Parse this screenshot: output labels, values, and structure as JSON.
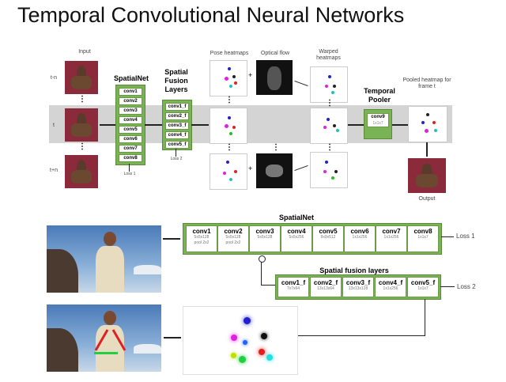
{
  "title": "Temporal  Convolutional Neural Networks",
  "top": {
    "input_label": "Input",
    "frame_labels": [
      "t-n",
      "t",
      "t+n"
    ],
    "spatialnet_label": "SpatialNet",
    "spatialnet_layers": [
      "conv1",
      "conv2",
      "conv3",
      "conv4",
      "conv5",
      "conv6",
      "conv7",
      "conv8"
    ],
    "spatialnet_loss": "Loss 1",
    "fusion_label": "Spatial Fusion Layers",
    "fusion_layers": [
      "conv1_f",
      "conv2_f",
      "conv3_f",
      "conv4_f",
      "conv5_f"
    ],
    "fusion_loss": "Loss 2",
    "pose_label": "Pose heatmaps",
    "flow_label": "Optical flow",
    "warped_label": "Warped heatmaps",
    "pooler_label": "Temporal Pooler",
    "pooler_layer": "conv9",
    "pooler_sub": "1x1x7",
    "pooled_label": "Pooled heatmap for frame t",
    "output_label": "Output",
    "plus": "+",
    "dots": "⋮"
  },
  "bottom": {
    "spatialnet_label": "SpatialNet",
    "spatialnet_cells": [
      {
        "name": "conv1",
        "sub1": "5x5x128",
        "sub2": "pool 2x2"
      },
      {
        "name": "conv2",
        "sub1": "5x5x128",
        "sub2": "pool 2x2"
      },
      {
        "name": "conv3",
        "sub1": "5x5x128",
        "sub2": ""
      },
      {
        "name": "conv4",
        "sub1": "5x5x256",
        "sub2": ""
      },
      {
        "name": "conv5",
        "sub1": "9x9x512",
        "sub2": ""
      },
      {
        "name": "conv6",
        "sub1": "1x1x256",
        "sub2": ""
      },
      {
        "name": "conv7",
        "sub1": "1x1x256",
        "sub2": ""
      },
      {
        "name": "conv8",
        "sub1": "1x1x7",
        "sub2": ""
      }
    ],
    "loss1": "Loss 1",
    "fusion_label": "Spatial fusion layers",
    "fusion_cells": [
      {
        "name": "conv1_f",
        "sub1": "7x7x64"
      },
      {
        "name": "conv2_f",
        "sub1": "13x13x64"
      },
      {
        "name": "conv3_f",
        "sub1": "13x13x128"
      },
      {
        "name": "conv4_f",
        "sub1": "1x1x256"
      },
      {
        "name": "conv5_f",
        "sub1": "1x1x7"
      }
    ],
    "loss2": "Loss 2"
  },
  "colors": {
    "net_green": "#7ab356",
    "band_gray": "#d4d4d4",
    "frame_red": "#8a2a3a"
  }
}
